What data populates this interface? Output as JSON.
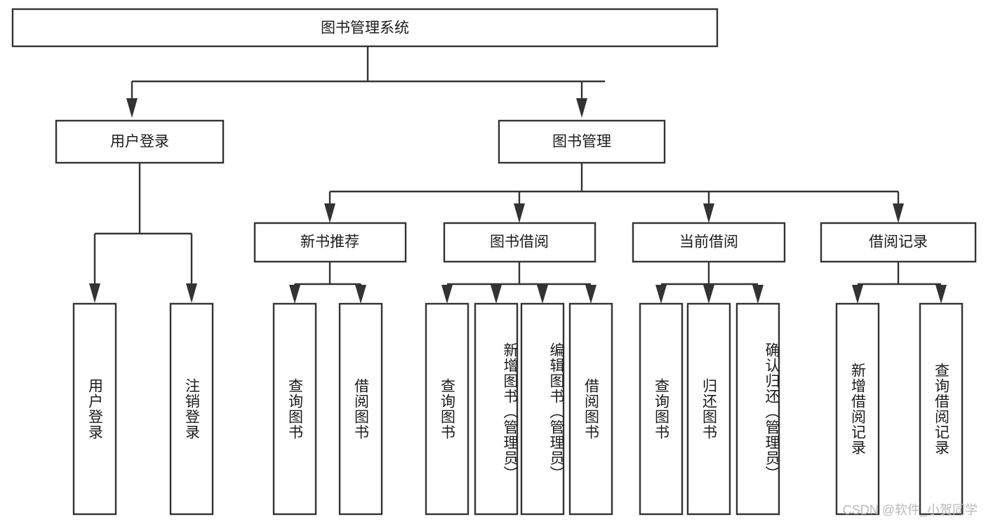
{
  "diagram": {
    "title": "图书管理系统",
    "type": "tree-hierarchy-diagram",
    "orientation": "top-down",
    "colors": {
      "box_stroke": "#333333",
      "box_fill": "#ffffff",
      "text": "#1b1b1b",
      "connector": "#333333",
      "background": "#ffffff",
      "watermark": "#b9b9b9"
    },
    "root": {
      "label": "图书管理系统",
      "text_orientation": "horizontal"
    },
    "level1": [
      {
        "label": "用户登录",
        "text_orientation": "horizontal"
      },
      {
        "label": "图书管理",
        "text_orientation": "horizontal"
      }
    ],
    "level2": [
      {
        "label": "新书推荐",
        "text_orientation": "horizontal",
        "parent": "图书管理"
      },
      {
        "label": "图书借阅",
        "text_orientation": "horizontal",
        "parent": "图书管理"
      },
      {
        "label": "当前借阅",
        "text_orientation": "horizontal",
        "parent": "图书管理"
      },
      {
        "label": "借阅记录",
        "text_orientation": "horizontal",
        "parent": "图书管理"
      }
    ],
    "leaves": {
      "user_login": [
        {
          "label": "用户登录",
          "text_orientation": "vertical"
        },
        {
          "label": "注销登录",
          "text_orientation": "vertical"
        }
      ],
      "new_book_recommend": [
        {
          "label": "查询图书",
          "text_orientation": "vertical"
        },
        {
          "label": "借阅图书",
          "text_orientation": "vertical"
        }
      ],
      "book_borrow": [
        {
          "label": "查询图书",
          "text_orientation": "vertical"
        },
        {
          "label": "新增图书（管理员）",
          "text_orientation": "vertical"
        },
        {
          "label": "编辑图书（管理员）",
          "text_orientation": "vertical"
        },
        {
          "label": "借阅图书",
          "text_orientation": "vertical"
        }
      ],
      "current_borrow": [
        {
          "label": "查询图书",
          "text_orientation": "vertical"
        },
        {
          "label": "归还图书",
          "text_orientation": "vertical"
        },
        {
          "label": "确认归还（管理员）",
          "text_orientation": "vertical"
        }
      ],
      "borrow_record": [
        {
          "label": "新增借阅记录",
          "text_orientation": "vertical"
        },
        {
          "label": "查询借阅记录",
          "text_orientation": "vertical"
        }
      ]
    },
    "watermark": "CSDN @软件_小贺同学"
  }
}
